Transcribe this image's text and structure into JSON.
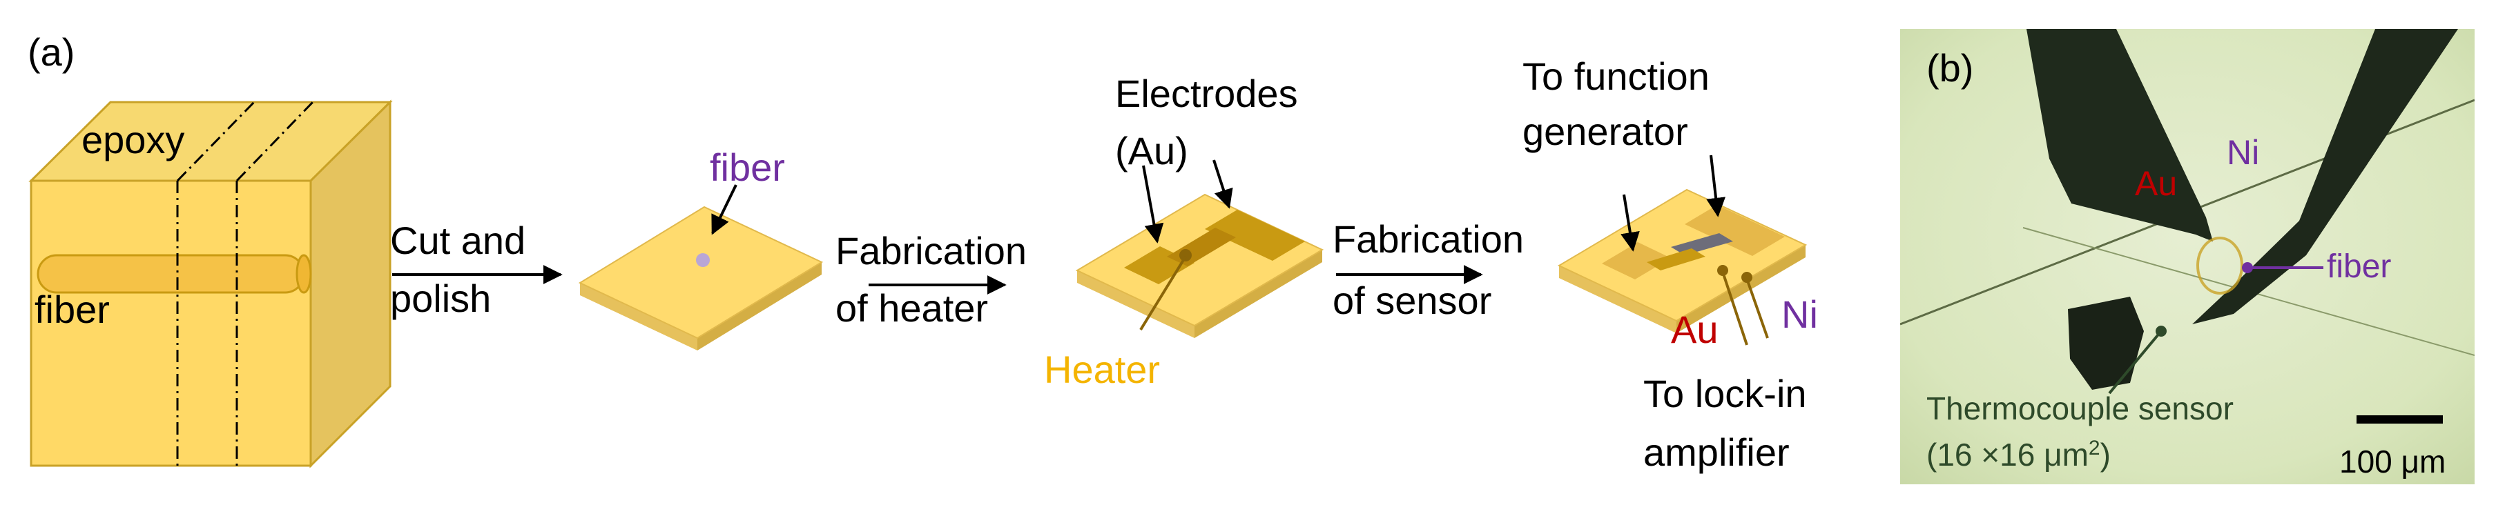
{
  "panel_a": {
    "label": "(a)",
    "block_labels": {
      "epoxy": "epoxy",
      "fiber": "fiber"
    },
    "step1": {
      "line1": "Cut and",
      "line2": "polish"
    },
    "chip1_label": "fiber",
    "step2": {
      "line1": "Fabrication",
      "line2": "of heater"
    },
    "electrodes": {
      "line1": "Electrodes",
      "line2": "(Au)"
    },
    "heater_label": "Heater",
    "step3": {
      "line1": "Fabrication",
      "line2": "of sensor"
    },
    "to_function": {
      "line1": "To function",
      "line2": "generator"
    },
    "au_label": "Au",
    "ni_label": "Ni",
    "to_lockin": {
      "line1": "To lock-in",
      "line2": "amplifier"
    }
  },
  "panel_b": {
    "label": "(b)",
    "au_label": "Au",
    "ni_label": "Ni",
    "fiber_label": "fiber",
    "sensor": {
      "line1": "Thermocouple sensor",
      "line2_prefix": "(16 ×16 μm",
      "line2_sup": "2",
      "line2_suffix": ")"
    },
    "scale_label": "100 μm"
  },
  "colors": {
    "face_front": "#FFD966",
    "face_top": "#F5D46A",
    "face_side": "#E6C15C",
    "edge": "#C9A227",
    "heater": "#C99A12",
    "heater_text": "#F4B400",
    "au_text": "#C00000",
    "ni_text": "#7030A0",
    "fiber_text": "#7030A0",
    "micrograph_bg": "#DDE8C4"
  }
}
